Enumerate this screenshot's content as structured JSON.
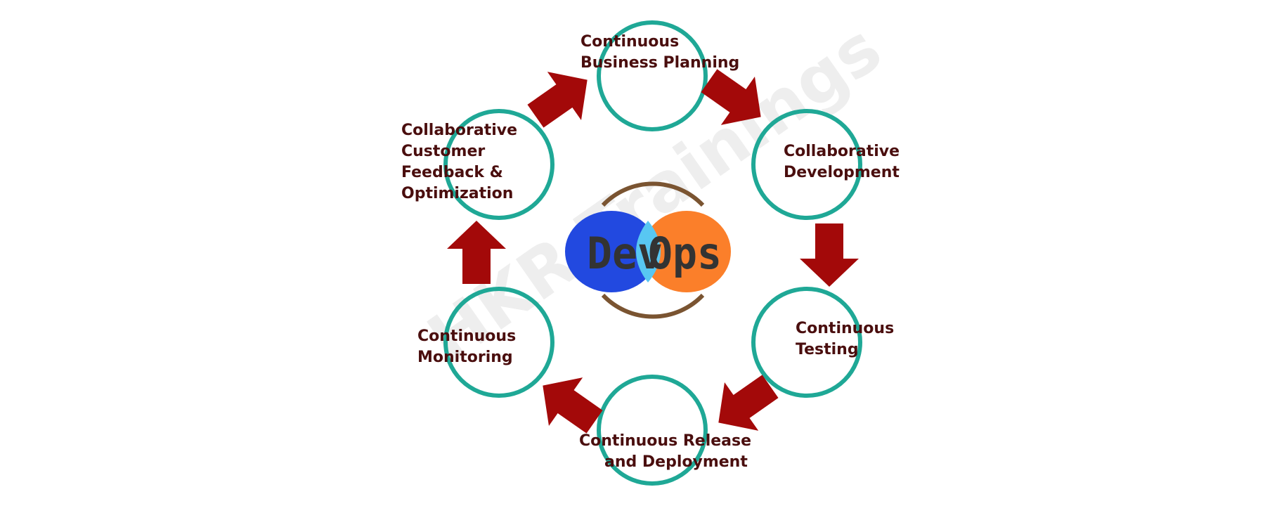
{
  "diagram": {
    "logo": {
      "part1": "Dev",
      "part2": "Ops"
    },
    "watermark": "HKR Trainings",
    "stages": [
      {
        "id": "business-planning",
        "lines": [
          "Continuous",
          "Business Planning"
        ]
      },
      {
        "id": "development",
        "lines": [
          "Collaborative",
          "Development"
        ]
      },
      {
        "id": "testing",
        "lines": [
          "Continuous",
          "Testing"
        ]
      },
      {
        "id": "release-deployment",
        "lines": [
          "Continuous Release",
          "and Deployment"
        ]
      },
      {
        "id": "monitoring",
        "lines": [
          "Continuous",
          "Monitoring"
        ]
      },
      {
        "id": "feedback-optimization",
        "lines": [
          "Collaborative",
          "Customer",
          "Feedback &",
          "Optimization"
        ]
      }
    ],
    "colors": {
      "ring": "#1fa896",
      "arrow": "#a30909",
      "label": "#4a0e0e",
      "dev_circle": "#2249e0",
      "ops_circle": "#fb7f2a",
      "overlap": "#58c7f2",
      "logo_ring": "#7a5431"
    }
  }
}
